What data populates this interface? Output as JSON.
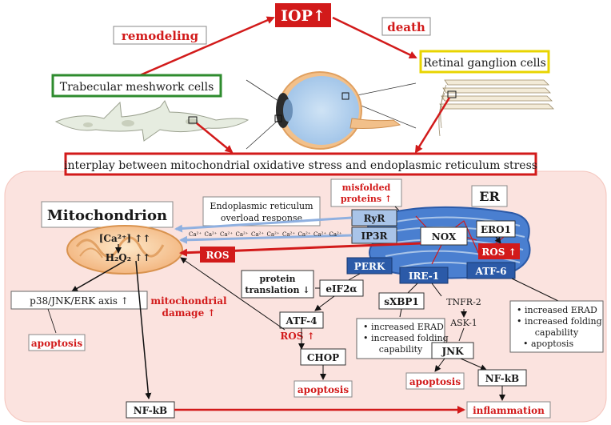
{
  "top": {
    "iop": "IOP↑",
    "remodeling": "remodeling",
    "death": "death",
    "trabecular": "Trabecular meshwork cells",
    "rgc": "Retinal ganglion cells",
    "interplay": "interplay between mitochondrial oxidative stress and endoplasmic reticulum stress"
  },
  "mito": {
    "title": "Mitochondrion",
    "ca": "[Ca²⁺] ↑↑",
    "h2o2": "H₂O₂ ↑↑",
    "p38": "p38/JNK/ERK axis ↑",
    "apoptosis": "apoptosis",
    "nfkb": "NF-kB",
    "damage1": "mitochondrial",
    "damage2": "damage ↑"
  },
  "er": {
    "title": "ER",
    "overload1": "Endoplasmic reticulum",
    "overload2": "overload response",
    "misfolded1": "misfolded",
    "misfolded2": "proteins ↑",
    "ca_ion": "Ca²⁺",
    "ros": "ROS",
    "ros_up": "ROS ↑",
    "ryr": "RyR",
    "ip3r": "IP3R",
    "nox": "NOX",
    "ero1": "ERO1",
    "perk": "PERK",
    "ire1": "IRE-1",
    "atf6": "ATF-6"
  },
  "perk_path": {
    "protein1": "protein",
    "protein2": "translation ↓",
    "eif2a": "eIF2α",
    "atf4": "ATF-4",
    "ros_up": "ROS ↑",
    "chop": "CHOP",
    "apoptosis": "apoptosis"
  },
  "ire_path": {
    "xbp1": "sXBP1",
    "b1": "• increased ERAD",
    "b2": "• increased folding",
    "b3": "capability",
    "tnfr2": "TNFR-2",
    "ask1": "ASK-1",
    "jnk": "JNK",
    "apoptosis": "apoptosis",
    "nfkb": "NF-kB",
    "inflammation": "inflammation"
  },
  "atf6_path": {
    "b1": "• increased ERAD",
    "b2": "• increased folding",
    "b3": "capability",
    "b4": "• apoptosis"
  },
  "colors": {
    "red": "#d21a1a",
    "blue": "#3a6fc4",
    "lightblue": "#a9c4e8",
    "panel": "#fbe3df",
    "green": "#2e8b2e",
    "yellow": "#e8d400"
  }
}
